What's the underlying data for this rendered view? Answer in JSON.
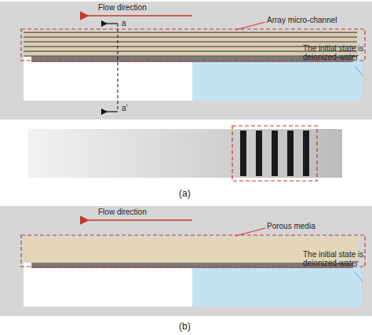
{
  "diagram": {
    "labels": [
      "Flow direction",
      "Array micro-channel",
      "a",
      "The initial state is deionized-water",
      "a′",
      "(a)",
      "Flow direction",
      "Porous media",
      "The initial state is deionized-water",
      "(b)"
    ]
  }
}
